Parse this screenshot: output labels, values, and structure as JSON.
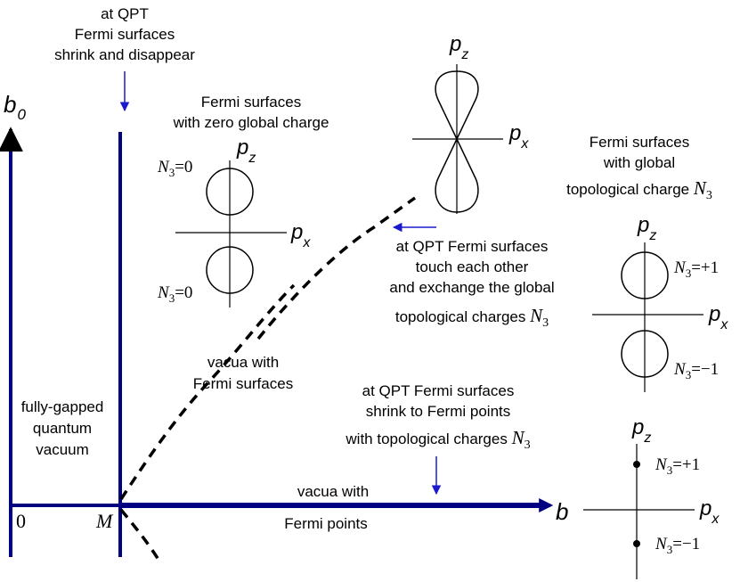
{
  "colors": {
    "axis": "#000080",
    "arrow": "#1a1acc",
    "ink": "#000000"
  },
  "axes": {
    "vertical": {
      "main": "b",
      "sub": "0"
    },
    "horizontal": "b",
    "origin": "0",
    "point_m": "M"
  },
  "labels": {
    "qpt_top": [
      "at QPT",
      "Fermi surfaces",
      "shrink and disappear"
    ],
    "zero_charge": [
      "Fermi surfaces",
      "with zero global charge"
    ],
    "global_charge": [
      "Fermi surfaces",
      "with global",
      "topological charge "
    ],
    "touch": [
      "at QPT Fermi surfaces",
      "touch each other",
      "and exchange the global",
      "topological charges "
    ],
    "gapped": [
      "fully-gapped",
      "quantum",
      "vacuum"
    ],
    "vacua_surfaces": [
      "vacua with",
      "Fermi surfaces"
    ],
    "shrink_points": [
      "at QPT Fermi surfaces",
      "shrink to Fermi points",
      "with topological charges "
    ],
    "vacua_points": [
      "vacua with",
      "Fermi points"
    ]
  },
  "symbols": {
    "N": "N",
    "N_sub": "3",
    "pz_main": "p",
    "pz_sub": "z",
    "px_main": "p",
    "px_sub": "x"
  },
  "charges": {
    "zero_top": "=0",
    "zero_bottom": "=0",
    "global_plus": "=+1",
    "global_minus": "=−1",
    "point_plus": "=+1",
    "point_minus": "=−1"
  }
}
